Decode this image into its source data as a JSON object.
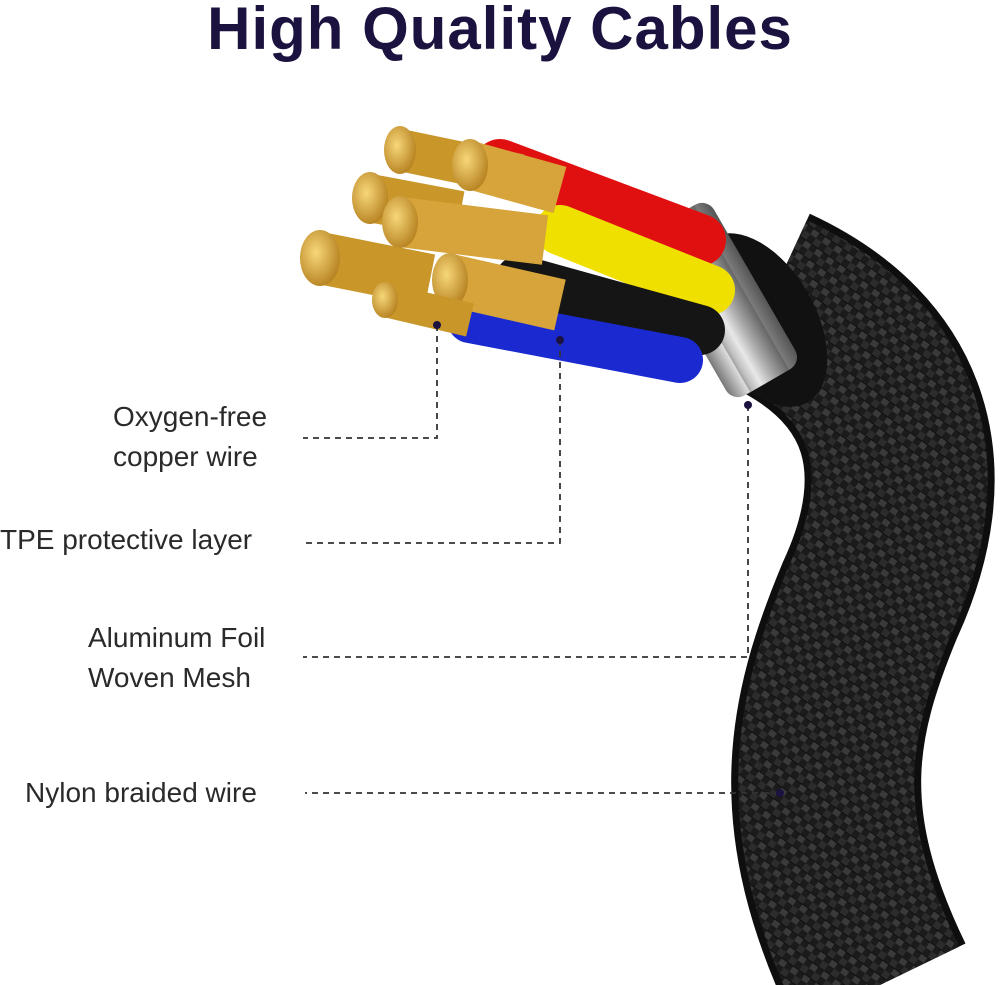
{
  "title": "High Quality Cables",
  "labels": {
    "copper_line1": "Oxygen-free",
    "copper_line2": "copper wire",
    "tpe": "TPE protective layer",
    "foil_line1": "Aluminum Foil",
    "foil_line2": "Woven Mesh",
    "nylon": "Nylon braided wire"
  },
  "colors": {
    "title": "#1c1240",
    "wire_red": "#e01010",
    "wire_yellow": "#f0e000",
    "wire_black": "#151515",
    "wire_blue": "#1a2ad0",
    "copper": "#d9a531"
  }
}
